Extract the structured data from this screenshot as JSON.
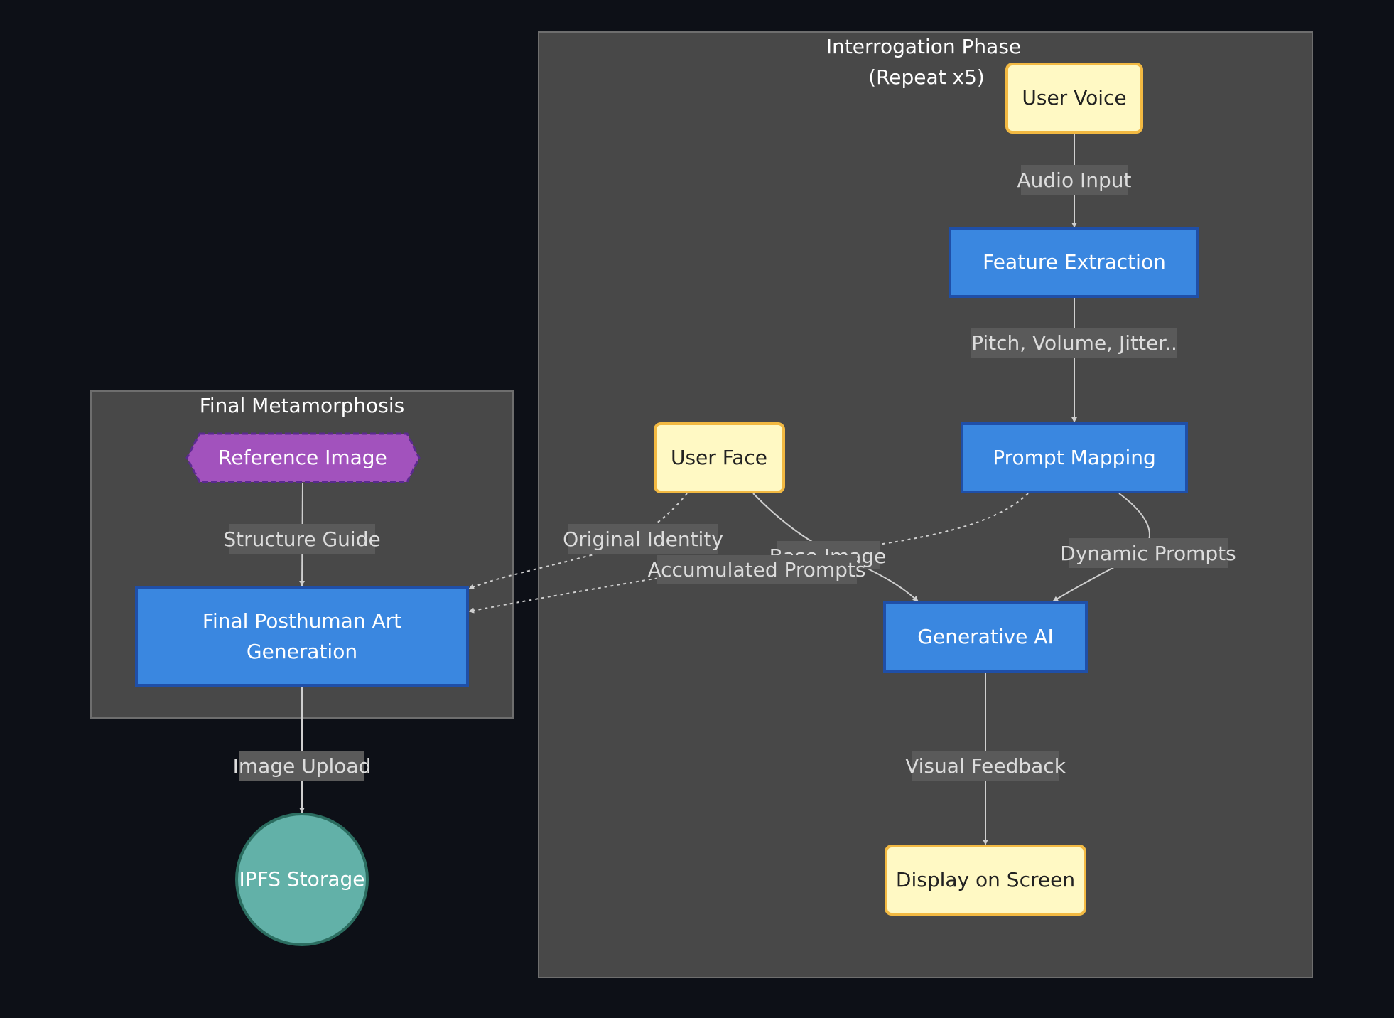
{
  "clusters": {
    "interrogation": {
      "title_line1": "Interrogation Phase",
      "title_line2": "(Repeat x5)"
    },
    "final": {
      "title": "Final Metamorphosis"
    }
  },
  "nodes": {
    "user_voice": {
      "label": "User Voice"
    },
    "feature_extraction": {
      "label": "Feature Extraction"
    },
    "prompt_mapping": {
      "label": "Prompt Mapping"
    },
    "user_face": {
      "label": "User Face"
    },
    "generative_ai": {
      "label": "Generative AI"
    },
    "display_on_screen": {
      "label": "Display on Screen"
    },
    "reference_image": {
      "label": "Reference Image"
    },
    "final_art": {
      "label_line1": "Final Posthuman Art",
      "label_line2": "Generation"
    },
    "ipfs_storage": {
      "label": "IPFS Storage"
    }
  },
  "edges": {
    "audio_input": {
      "label": "Audio Input"
    },
    "pitch_volume": {
      "label": "Pitch, Volume, Jitter.."
    },
    "dynamic_prompts": {
      "label": "Dynamic Prompts"
    },
    "base_image": {
      "label": "Base Image"
    },
    "visual_feedback": {
      "label": "Visual Feedback"
    },
    "original_identity": {
      "label": "Original Identity"
    },
    "accumulated_prompts": {
      "label": "Accumulated Prompts"
    },
    "structure_guide": {
      "label": "Structure Guide"
    },
    "image_upload": {
      "label": "Image Upload"
    }
  },
  "colors": {
    "background": "#0d1017",
    "cluster_fill": "#484848",
    "process_fill": "#3a87e0",
    "process_stroke": "#1f4fa8",
    "io_fill": "#fff9c4",
    "io_stroke": "#f2b942",
    "reference_fill": "#a252bd",
    "reference_stroke": "#5a2a8f",
    "storage_fill": "#62b1a8",
    "storage_stroke": "#2b6d60",
    "edge": "#cfcfcf"
  }
}
